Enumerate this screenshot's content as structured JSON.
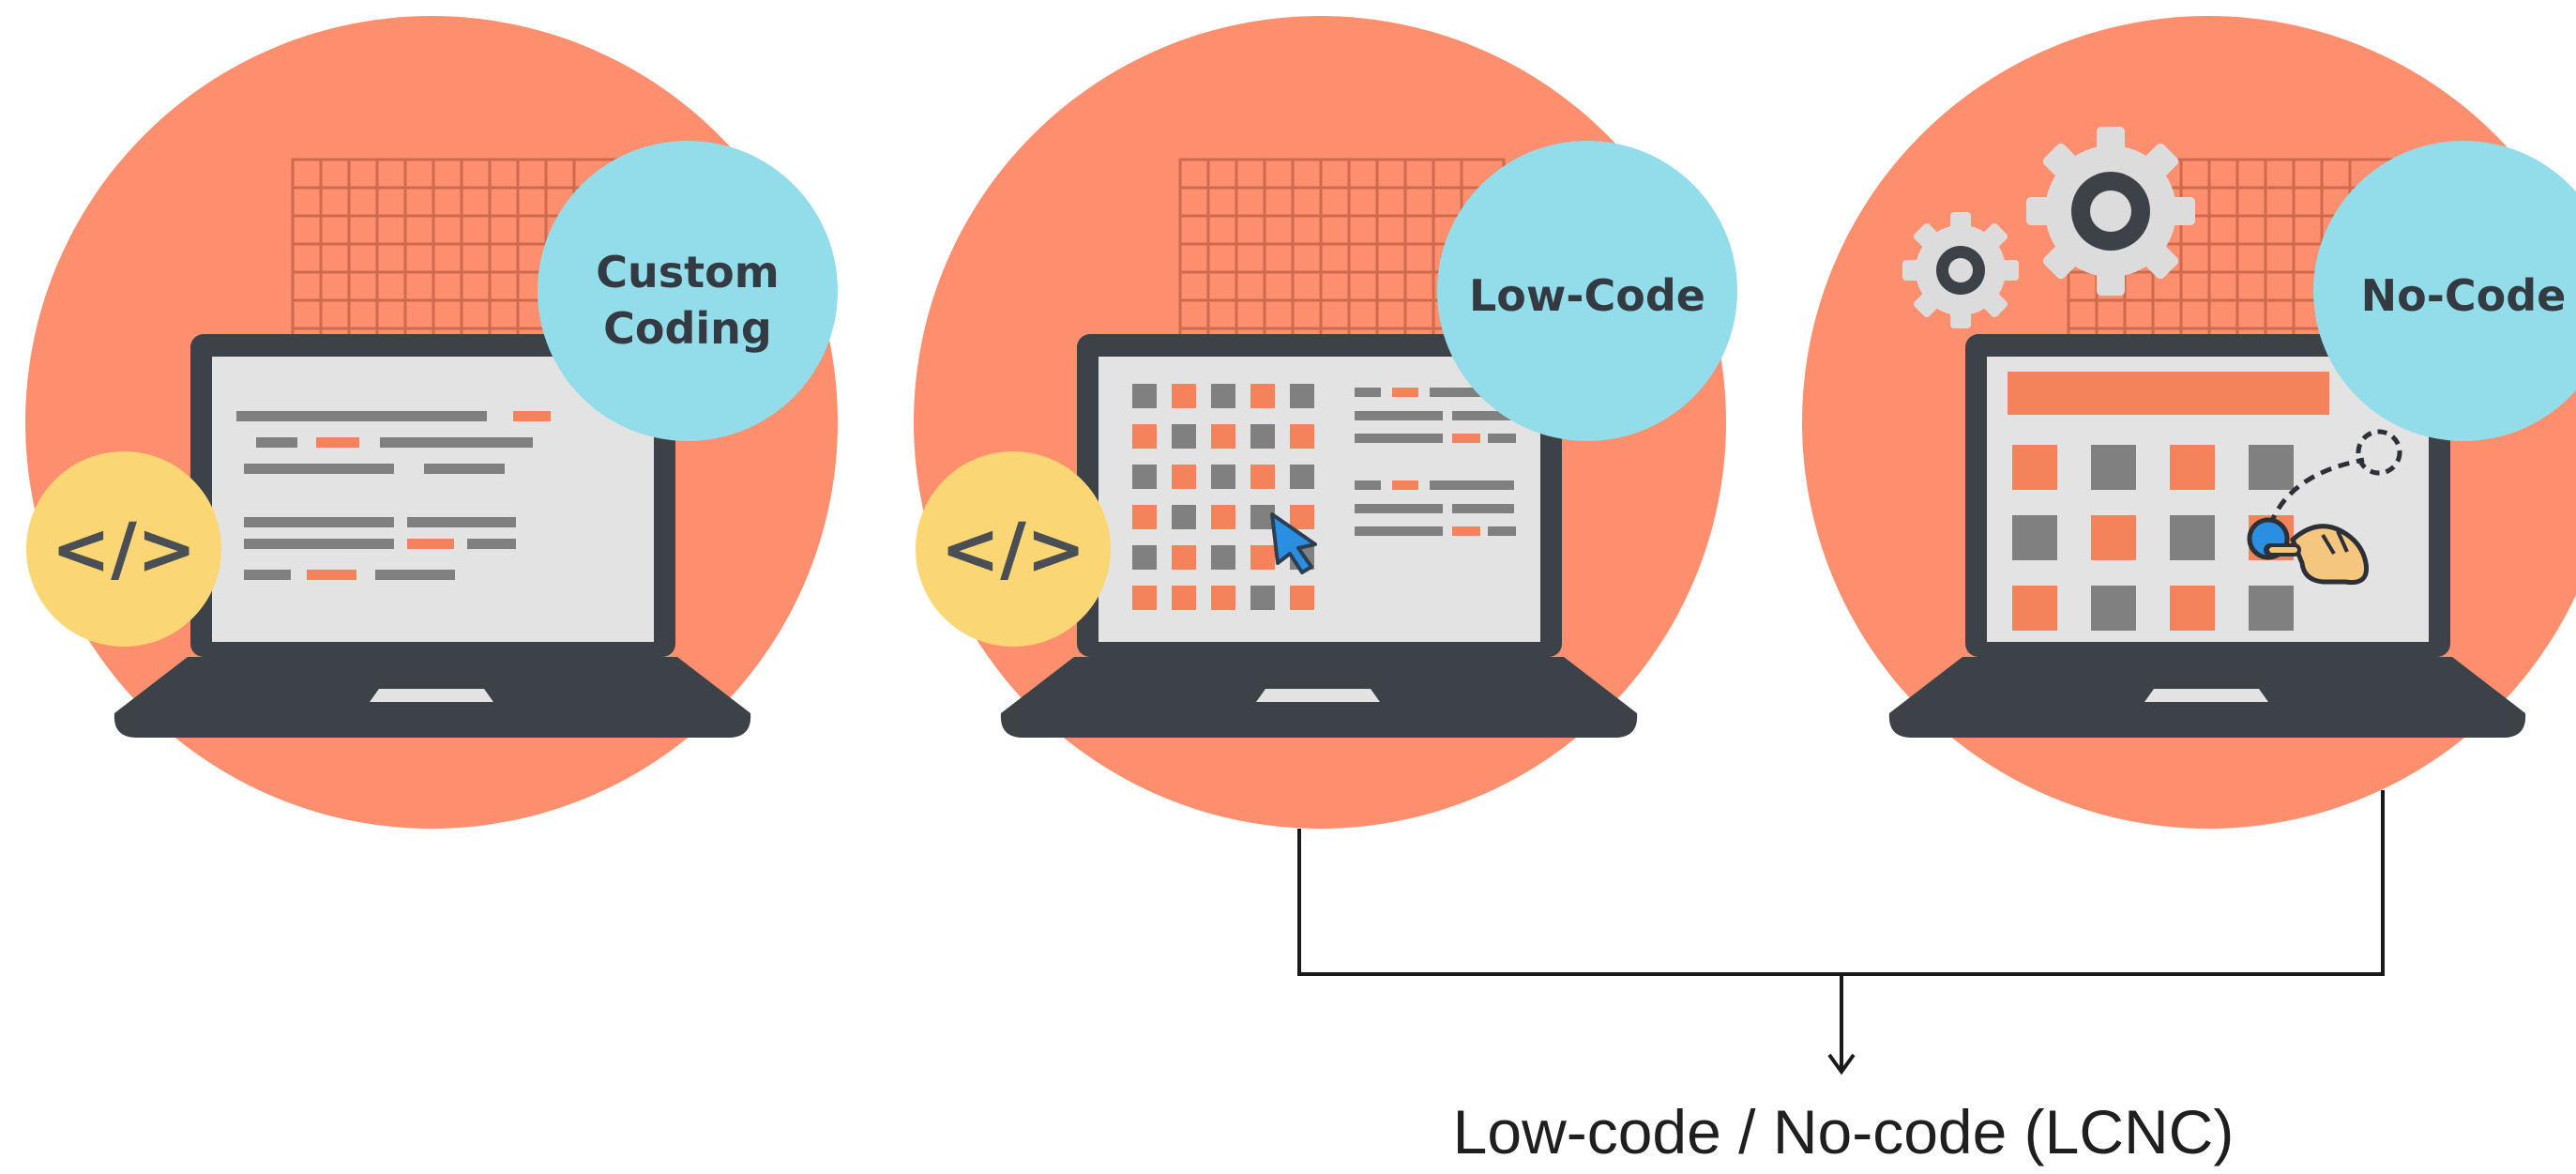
{
  "panels": [
    {
      "label_lines": [
        "Custom",
        "Coding"
      ],
      "code_badge": "</>"
    },
    {
      "label_lines": [
        "Low-Code"
      ],
      "code_badge": "</>"
    },
    {
      "label_lines": [
        "No-Code"
      ]
    }
  ],
  "caption": "Low-code / No-code (LCNC)",
  "colors": {
    "background_circle": "#fe8f6e",
    "label_bubble": "#92dde9",
    "code_bubble": "#fbd674",
    "laptop_frame": "#3d4148",
    "screen": "#e3e3e3",
    "accent_orange": "#f4825a",
    "block_gray": "#808080",
    "cursor_blue": "#2a8fe0",
    "gear_gray": "#dcdcdc",
    "grid_line": "#cf6a4e"
  },
  "icons": [
    "code-brackets-icon",
    "cursor-arrow-icon",
    "gear-icon",
    "pointing-hand-icon"
  ]
}
